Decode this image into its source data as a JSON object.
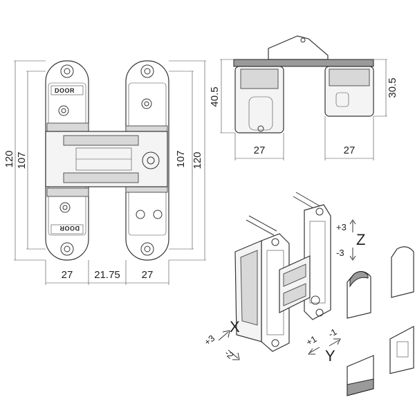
{
  "dimensions": {
    "height_outer": "120",
    "height_inner": "107",
    "height_inner_right": "107",
    "height_outer_right": "120",
    "width_left": "27",
    "width_center": "21.75",
    "width_right": "27",
    "side_width_left": "27",
    "side_width_right": "27",
    "side_height_left": "40.5",
    "side_height_right": "30.5"
  },
  "brand_marks": [
    "DOOR",
    "DOOR"
  ],
  "axes": {
    "z": {
      "label": "Z",
      "plus": "+3",
      "minus": "-3"
    },
    "x": {
      "label": "X",
      "plus": "+3",
      "minus": "-2"
    },
    "y": {
      "label": "Y",
      "plus": "+1",
      "minus": "-1"
    }
  }
}
